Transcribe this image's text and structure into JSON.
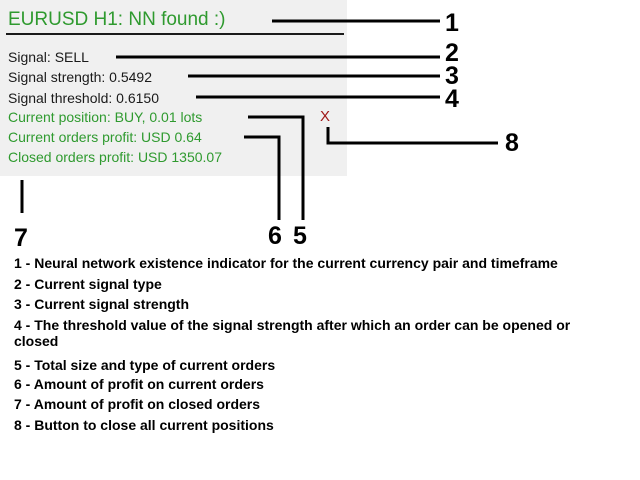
{
  "panel": {
    "title": "EURUSD H1: NN found :)",
    "signal": "Signal: SELL",
    "signal_strength": "Signal strength: 0.5492",
    "signal_threshold": "Signal threshold: 0.6150",
    "current_position": "Current position: BUY, 0.01 lots",
    "current_profit": "Current orders profit: USD 0.64",
    "closed_profit": "Closed orders profit: USD 1350.07",
    "close_button": "X"
  },
  "callouts": {
    "n1": "1",
    "n2": "2",
    "n3": "3",
    "n4": "4",
    "n5": "5",
    "n6": "6",
    "n7": "7",
    "n8": "8"
  },
  "legend": [
    "1 - Neural network existence indicator for the current currency pair and timeframe",
    "2 - Current signal type",
    "3 - Current signal strength",
    "4 - The threshold value of the signal strength after which an order can be opened or closed",
    "5 - Total size and type of current orders",
    "6 - Amount of profit on current orders",
    "7 - Amount of profit on closed orders",
    "8 - Button to close all current positions"
  ]
}
